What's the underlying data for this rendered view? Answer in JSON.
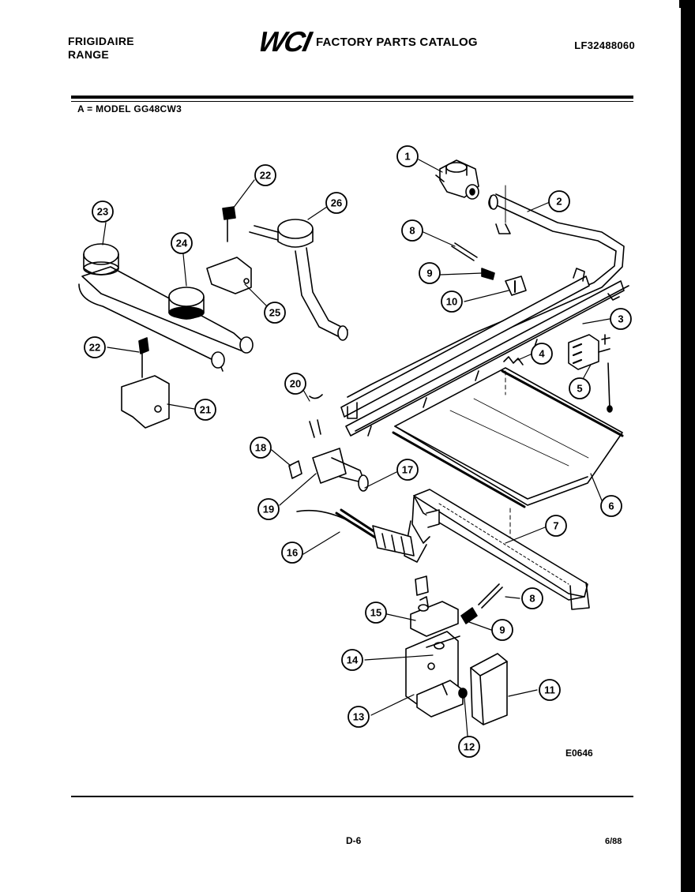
{
  "header": {
    "brand_line1": "FRIGIDAIRE",
    "brand_line2": "RANGE",
    "logo": "WCI",
    "catalog_title": "FACTORY PARTS CATALOG",
    "document_number": "LF32488060"
  },
  "model_line": "A = MODEL GG48CW3",
  "figure_code": "E0646",
  "footer": {
    "page": "D-6",
    "date": "6/88"
  },
  "callouts": [
    {
      "id": "c1",
      "label": "1"
    },
    {
      "id": "c2",
      "label": "2"
    },
    {
      "id": "c3",
      "label": "3"
    },
    {
      "id": "c4",
      "label": "4"
    },
    {
      "id": "c5",
      "label": "5"
    },
    {
      "id": "c6",
      "label": "6"
    },
    {
      "id": "c7",
      "label": "7"
    },
    {
      "id": "c8a",
      "label": "8"
    },
    {
      "id": "c8b",
      "label": "8"
    },
    {
      "id": "c9a",
      "label": "9"
    },
    {
      "id": "c9b",
      "label": "9"
    },
    {
      "id": "c10",
      "label": "10"
    },
    {
      "id": "c11",
      "label": "11"
    },
    {
      "id": "c12",
      "label": "12"
    },
    {
      "id": "c13",
      "label": "13"
    },
    {
      "id": "c14",
      "label": "14"
    },
    {
      "id": "c15",
      "label": "15"
    },
    {
      "id": "c16",
      "label": "16"
    },
    {
      "id": "c17",
      "label": "17"
    },
    {
      "id": "c18",
      "label": "18"
    },
    {
      "id": "c19",
      "label": "19"
    },
    {
      "id": "c20",
      "label": "20"
    },
    {
      "id": "c21",
      "label": "21"
    },
    {
      "id": "c22a",
      "label": "22"
    },
    {
      "id": "c22b",
      "label": "22"
    },
    {
      "id": "c23",
      "label": "23"
    },
    {
      "id": "c24",
      "label": "24"
    },
    {
      "id": "c25",
      "label": "25"
    },
    {
      "id": "c26",
      "label": "26"
    }
  ]
}
